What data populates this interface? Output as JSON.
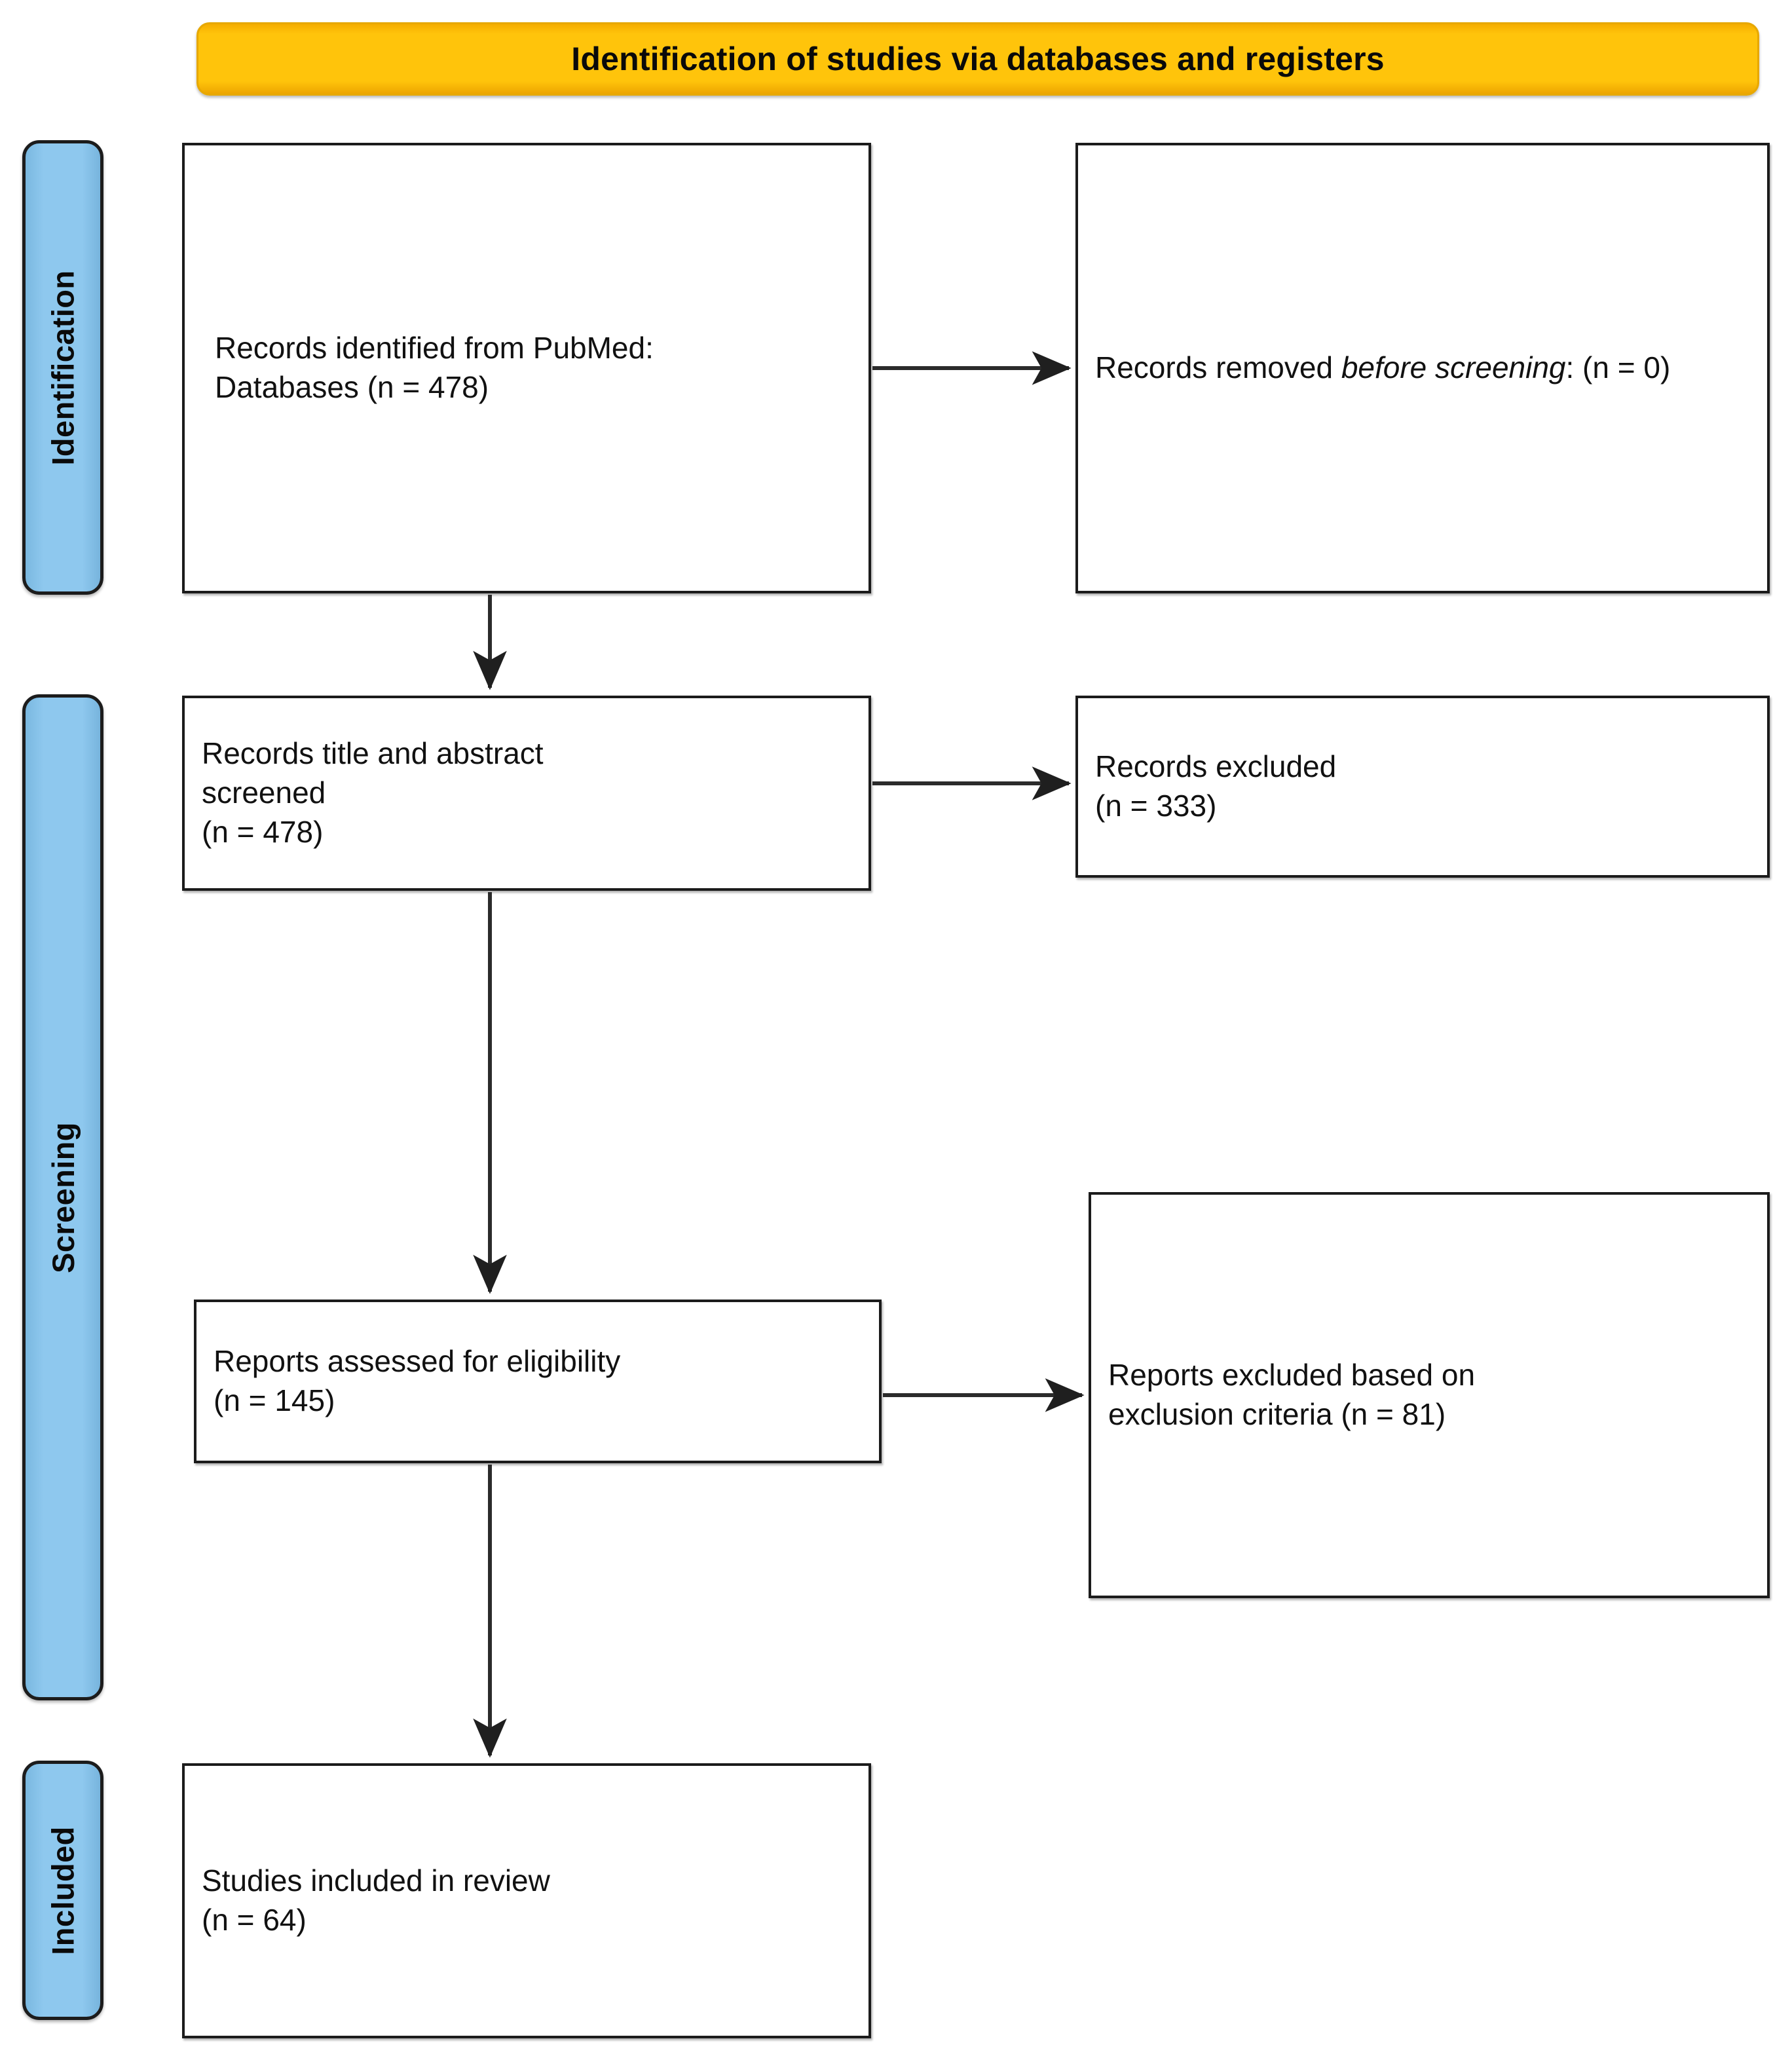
{
  "banner": {
    "title": "Identification of studies via databases and registers",
    "bg_color": "#FFC40B",
    "text_color": "#0A0A0A"
  },
  "stages": [
    {
      "id": "identification",
      "label": "Identification",
      "bg_color": "#8EC8EE"
    },
    {
      "id": "screening",
      "label": "Screening",
      "bg_color": "#8EC8EE"
    },
    {
      "id": "included",
      "label": "Included",
      "bg_color": "#8EC8EE"
    }
  ],
  "nodes": {
    "identified": {
      "line1": "Records identified from PubMed:",
      "line2": "Databases (n = 478)",
      "count": 478
    },
    "removed_before_screening": {
      "prefix": "Records removed ",
      "italic": "before screening",
      "suffix": ": (n = 0)",
      "count": 0
    },
    "screened": {
      "line1": "Records title and abstract",
      "line2": "screened",
      "line3": "(n = 478)",
      "count": 478
    },
    "records_excluded": {
      "line1": "Records excluded",
      "line2": "(n = 333)",
      "count": 333
    },
    "eligibility": {
      "line1": "Reports assessed for eligibility",
      "line2": "(n = 145)",
      "count": 145
    },
    "reports_excluded": {
      "line1": "Reports excluded based on",
      "line2": "exclusion criteria (n = 81)",
      "count": 81
    },
    "included": {
      "line1": "Studies included in review",
      "line2": "(n = 64)",
      "count": 64
    }
  },
  "flow": {
    "arrows": [
      {
        "name": "identified-to-removed",
        "from": "identified",
        "to": "removed_before_screening",
        "direction": "right"
      },
      {
        "name": "identified-to-screened",
        "from": "identified",
        "to": "screened",
        "direction": "down"
      },
      {
        "name": "screened-to-excluded",
        "from": "screened",
        "to": "records_excluded",
        "direction": "right"
      },
      {
        "name": "screened-to-eligibility",
        "from": "screened",
        "to": "eligibility",
        "direction": "down"
      },
      {
        "name": "eligibility-to-excluded",
        "from": "eligibility",
        "to": "reports_excluded",
        "direction": "right"
      },
      {
        "name": "eligibility-to-included",
        "from": "eligibility",
        "to": "included",
        "direction": "down"
      }
    ]
  }
}
